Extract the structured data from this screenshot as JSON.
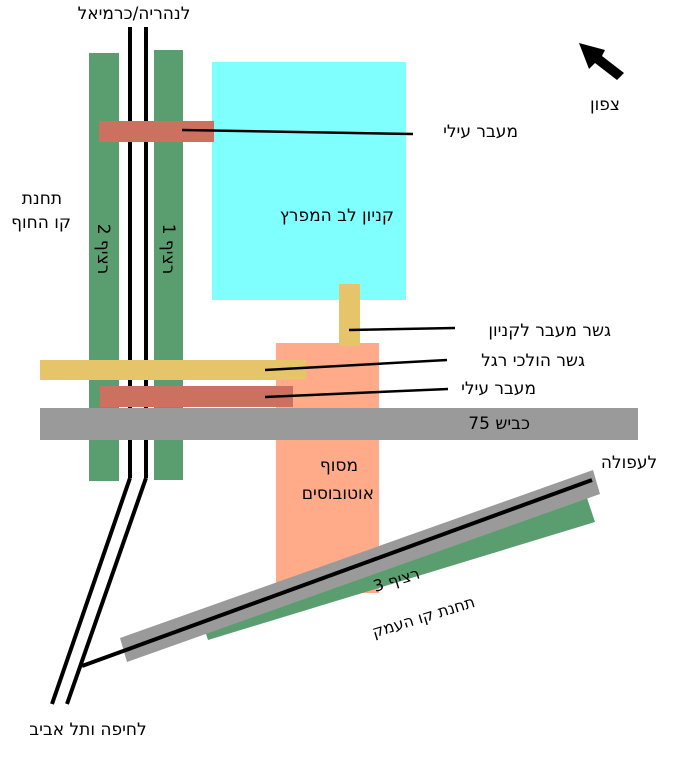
{
  "labels": {
    "to_nahariya": "לנהריה/כרמיאל",
    "north": "צפון",
    "overpass_top": "מעבר עילי",
    "mall": "קניון לב המפרץ",
    "coastal_station_line1": "תחנת",
    "coastal_station_line2": "קו החוף",
    "platform_2": "רציף 2",
    "platform_1": "רציף 1",
    "mall_bridge": "גשר מעבר לקניון",
    "pedestrian_bridge": "גשר הולכי רגל",
    "overpass_bottom": "מעבר עילי",
    "road_75": "כביש 75",
    "bus_terminal_line1": "מסוף",
    "bus_terminal_line2": "אוטובוסים",
    "to_afula": "לעפולה",
    "platform_3": "רציף 3",
    "valley_station": "תחנת קו העמק",
    "to_haifa_tlv": "לחיפה ותל אביב"
  },
  "colors": {
    "platform_green": "#5a9e6f",
    "mall_cyan": "#80ffff",
    "bus_salmon": "#ffaa88",
    "overpass_red": "#cc7060",
    "bridge_yellow": "#e6c46a",
    "road_gray": "#9a9a9a",
    "rail_black": "#000000"
  }
}
